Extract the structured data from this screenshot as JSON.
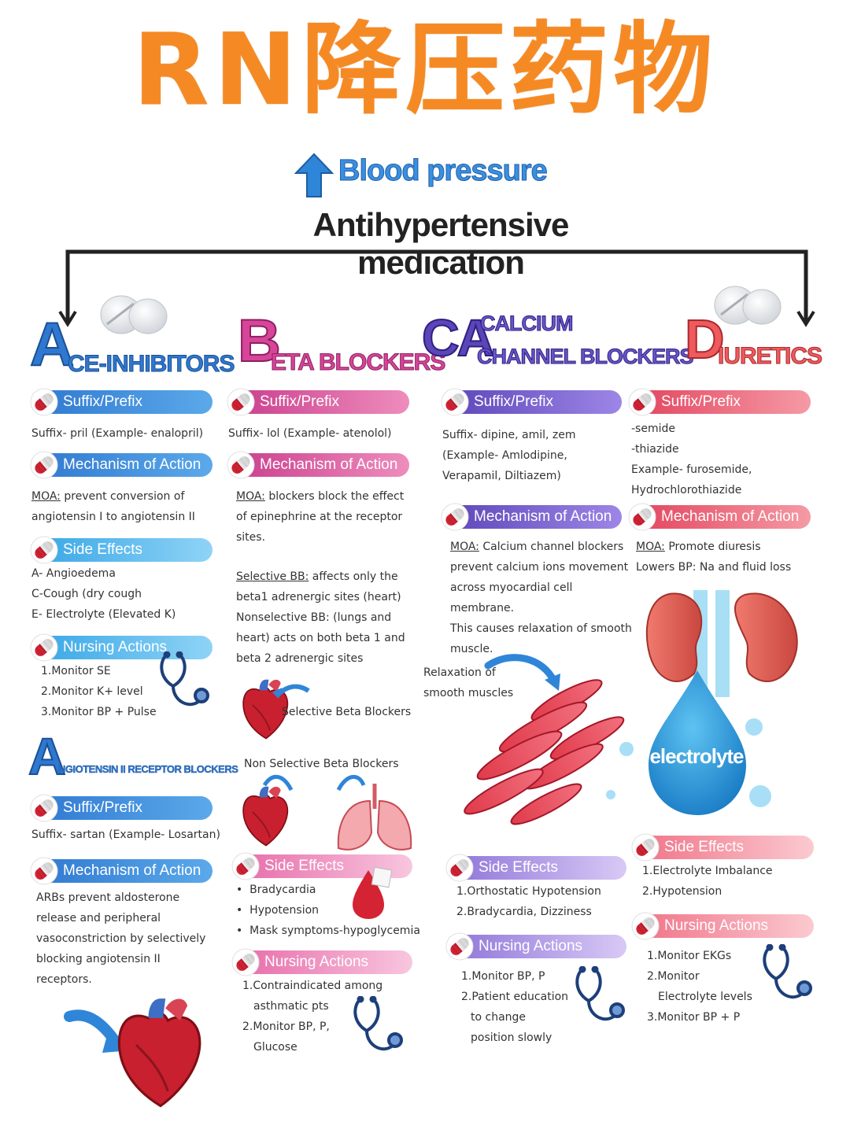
{
  "title": "RN降压药物",
  "blood_pressure": "Blood pressure",
  "main_heading": "Antihypertensive medication",
  "colors": {
    "title": "#f58a24",
    "ace": "#2f78d0",
    "beta": "#c93c8c",
    "ca": "#5b45b8",
    "diuretic": "#e2435d"
  },
  "ace": {
    "letter": "A",
    "rest": "CE-INHIBITORS",
    "suffix_label": "Suffix/Prefix",
    "suffix_text": "Suffix- pril (Example- enalopril)",
    "moa_label": "Mechanism of Action",
    "moa_prefix": "MOA:",
    "moa_text": " prevent conversion of",
    "moa_text2": "angiotensin I to angiotensin II",
    "se_label": "Side Effects",
    "se_items": [
      "A- Angioedema",
      "C-Cough (dry cough",
      "E- Electrolyte (Elevated K)"
    ],
    "na_label": "Nursing Actions",
    "na_items": [
      "1.Monitor SE",
      "2.Monitor K+ level",
      "3.Monitor BP + Pulse"
    ]
  },
  "arb": {
    "letter": "A",
    "rest": "NGIOTENSIN II RECEPTOR BLOCKERS",
    "suffix_label": "Suffix/Prefix",
    "suffix_text": "Suffix- sartan (Example- Losartan)",
    "moa_label": "Mechanism of Action",
    "moa_lines": [
      "ARBs prevent aldosterone",
      "release and peripheral",
      "vasoconstriction by selectively",
      "blocking angiotensin II",
      "receptors."
    ]
  },
  "beta": {
    "letter": "B",
    "rest": "ETA BLOCKERS",
    "suffix_label": "Suffix/Prefix",
    "suffix_text": "Suffix- lol (Example- atenolol)",
    "moa_label": "Mechanism of Action",
    "moa_prefix": "MOA:",
    "moa_text": " blockers block the effect",
    "moa_lines": [
      "of epinephrine at the receptor",
      "sites."
    ],
    "selective_prefix": "Selective BB:",
    "selective_text": " affects only the",
    "selective_lines": [
      "beta1 adrenergic sites (heart)",
      "Nonselective BB: (lungs and",
      "heart) acts on both beta 1 and",
      "beta 2 adrenergic sites"
    ],
    "selective_caption": "Selective Beta Blockers",
    "nonselective_caption": "Non Selective Beta Blockers",
    "se_label": "Side Effects",
    "se_items": [
      "Bradycardia",
      "Hypotension",
      "Mask symptoms-hypoglycemia"
    ],
    "na_label": "Nursing Actions",
    "na_items": [
      "1.Contraindicated among",
      "asthmatic pts",
      "2.Monitor BP, P,",
      "Glucose"
    ]
  },
  "ca": {
    "letter": "CA",
    "line1": "CALCIUM",
    "line2": "CHANNEL BLOCKERS",
    "suffix_label": "Suffix/Prefix",
    "suffix_lines": [
      "Suffix- dipine, amil, zem",
      "(Example- Amlodipine,",
      "Verapamil, Diltiazem)"
    ],
    "moa_label": "Mechanism of Action",
    "moa_prefix": "MOA:",
    "moa_text": " Calcium channel blockers",
    "moa_lines": [
      "prevent calcium ions movement",
      "across myocardial cell",
      "membrane.",
      "This causes relaxation of smooth",
      "muscle."
    ],
    "relax_caption": [
      "Relaxation of",
      "smooth muscles"
    ],
    "se_label": "Side Effects",
    "se_items": [
      "1.Orthostatic Hypotension",
      "2.Bradycardia, Dizziness"
    ],
    "na_label": "Nursing Actions",
    "na_items": [
      "1.Monitor BP, P",
      "2.Patient education",
      "to change",
      "position slowly"
    ]
  },
  "diuretics": {
    "letter": "D",
    "rest": "IURETICS",
    "suffix_label": "Suffix/Prefix",
    "suffix_lines": [
      "-semide",
      "-thiazide",
      "Example- furosemide,",
      "Hydrochlorothiazide"
    ],
    "moa_label": "Mechanism of Action",
    "moa_prefix": "MOA:",
    "moa_text": " Promote diuresis",
    "moa_line2": "Lowers BP: Na and fluid loss",
    "drop_label": "electrolyte",
    "se_label": "Side Effects",
    "se_items": [
      "1.Electrolyte Imbalance",
      "2.Hypotension"
    ],
    "na_label": "Nursing Actions",
    "na_items": [
      "1.Monitor EKGs",
      "2.Monitor",
      "Electrolyte levels",
      "3.Monitor BP + P"
    ]
  }
}
